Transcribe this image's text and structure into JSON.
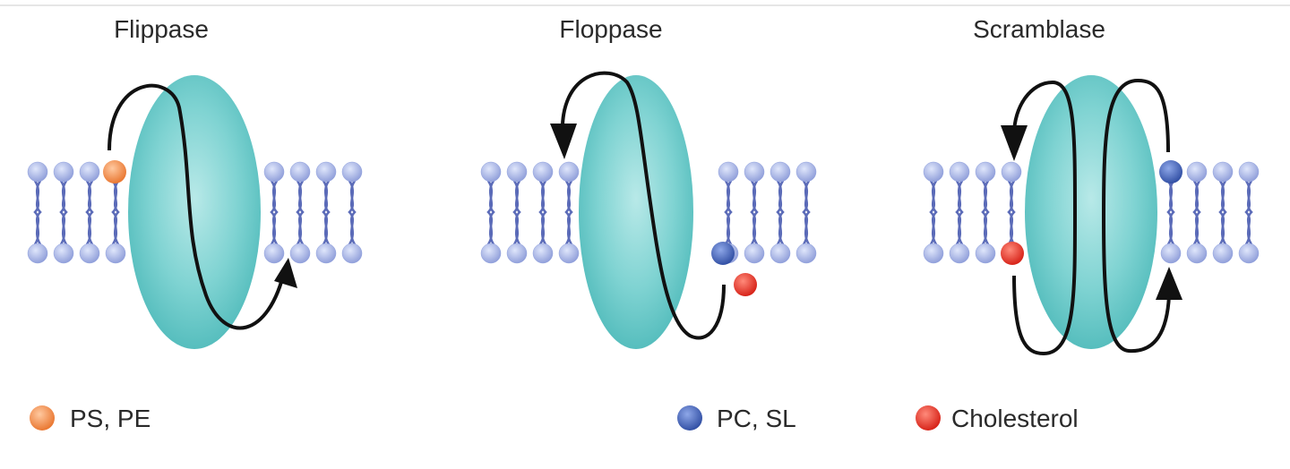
{
  "panels": [
    {
      "title": "Flippase"
    },
    {
      "title": "Floppase"
    },
    {
      "title": "Scramblase"
    }
  ],
  "legend": [
    {
      "label": "PS, PE",
      "color": "#f08a3c"
    },
    {
      "label": "PC, SL",
      "color": "#3f5fb5"
    },
    {
      "label": "Cholesterol",
      "color": "#e02a1e"
    }
  ],
  "colors": {
    "protein": "#6fcdcd",
    "lipid": "#8fa0de",
    "arrow": "#111111"
  }
}
